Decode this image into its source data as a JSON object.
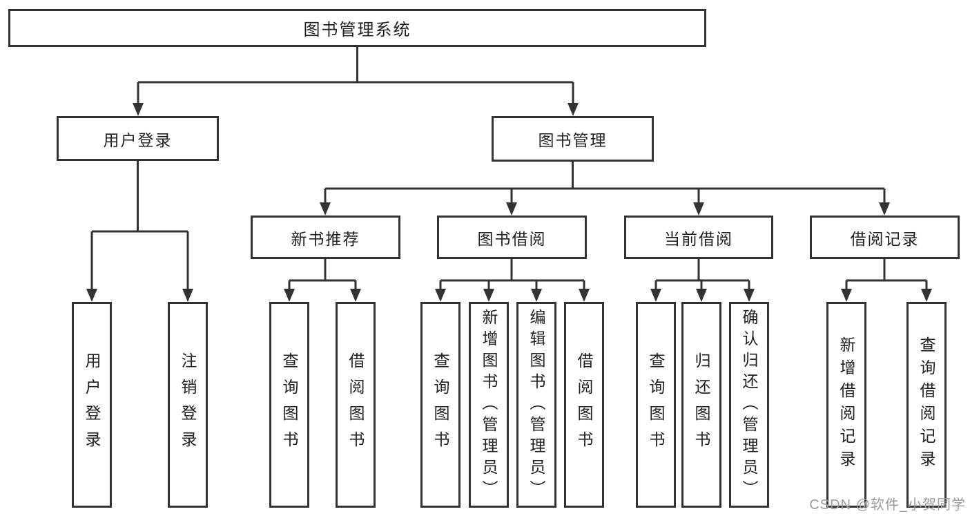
{
  "diagram_type": "hierarchy-tree",
  "colors": {
    "line": "#333333",
    "box_border": "#333333",
    "box_fill": "#ffffff",
    "text": "#212121",
    "watermark": "#9c9c9c",
    "background": "#ffffff"
  },
  "tree": {
    "label": "图书管理系统",
    "children": [
      {
        "label": "用户登录",
        "children": [
          {
            "label": "用户登录"
          },
          {
            "label": "注销登录"
          }
        ]
      },
      {
        "label": "图书管理",
        "children": [
          {
            "label": "新书推荐",
            "children": [
              {
                "label": "查询图书"
              },
              {
                "label": "借阅图书"
              }
            ]
          },
          {
            "label": "图书借阅",
            "children": [
              {
                "label": "查询图书"
              },
              {
                "label": "新增图书（管理员）"
              },
              {
                "label": "编辑图书（管理员）"
              },
              {
                "label": "借阅图书"
              }
            ]
          },
          {
            "label": "当前借阅",
            "children": [
              {
                "label": "查询图书"
              },
              {
                "label": "归还图书"
              },
              {
                "label": "确认归还（管理员）"
              }
            ]
          },
          {
            "label": "借阅记录",
            "children": [
              {
                "label": "新增借阅记录"
              },
              {
                "label": "查询借阅记录"
              }
            ]
          }
        ]
      }
    ]
  },
  "watermark": {
    "text": "CSDN @软件_小贺同学"
  }
}
